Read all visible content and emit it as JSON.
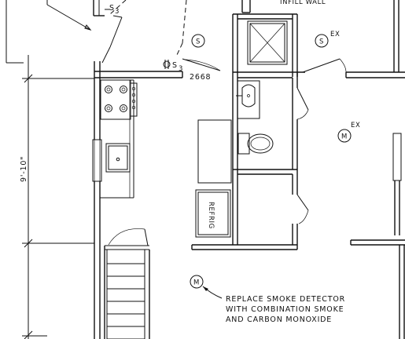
{
  "drawing": {
    "labels": {
      "infill_wall": "INFILL WALL",
      "door_size": "2668",
      "dimension": "9'-10\"",
      "refrigerator": "REFRIG",
      "note_line1": "REPLACE SMOKE DETECTOR",
      "note_line2": "WITH COMBINATION SMOKE",
      "note_line3": "AND CARBON MONOXIDE"
    },
    "symbols": {
      "smoke_detector_letter": "S",
      "combo_detector_letter": "M",
      "existing_tag": "EX",
      "switch_symbol": "S",
      "switch_subscript": "3"
    }
  }
}
